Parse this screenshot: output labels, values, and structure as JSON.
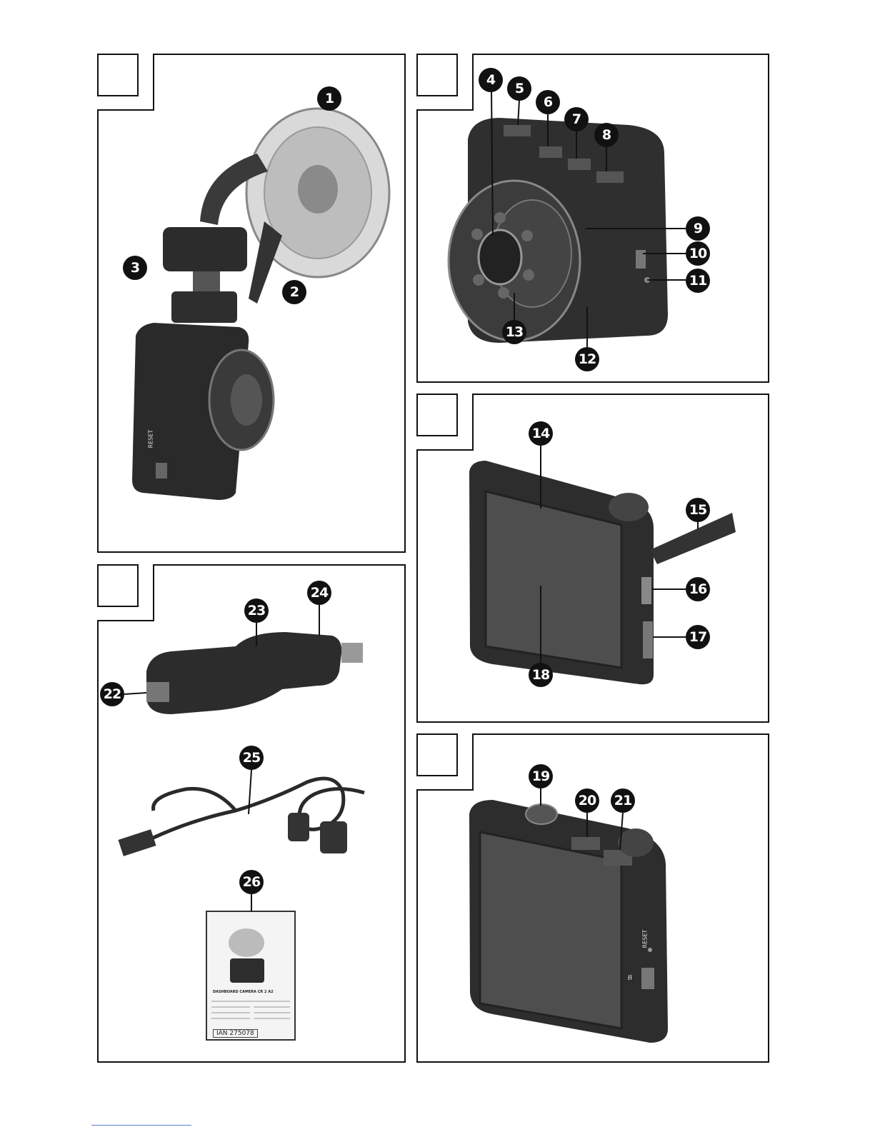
{
  "callouts": {
    "c1": "1",
    "c2": "2",
    "c3": "3",
    "c4": "4",
    "c5": "5",
    "c6": "6",
    "c7": "7",
    "c8": "8",
    "c9": "9",
    "c10": "10",
    "c11": "11",
    "c12": "12",
    "c13": "13",
    "c14": "14",
    "c15": "15",
    "c16": "16",
    "c17": "17",
    "c18": "18",
    "c19": "19",
    "c20": "20",
    "c21": "21",
    "c22": "22",
    "c23": "23",
    "c24": "24",
    "c25": "25",
    "c26": "26"
  },
  "device_labels": {
    "reset": "RESET",
    "usb": "⭾"
  },
  "manual": {
    "title": "DASHBOARD CAMERA CR 2 A2",
    "ian": "IAN 275078"
  },
  "colors": {
    "device_dark": "#2a2a2a",
    "device_mid": "#4a4a4a",
    "outline": "#111111"
  }
}
